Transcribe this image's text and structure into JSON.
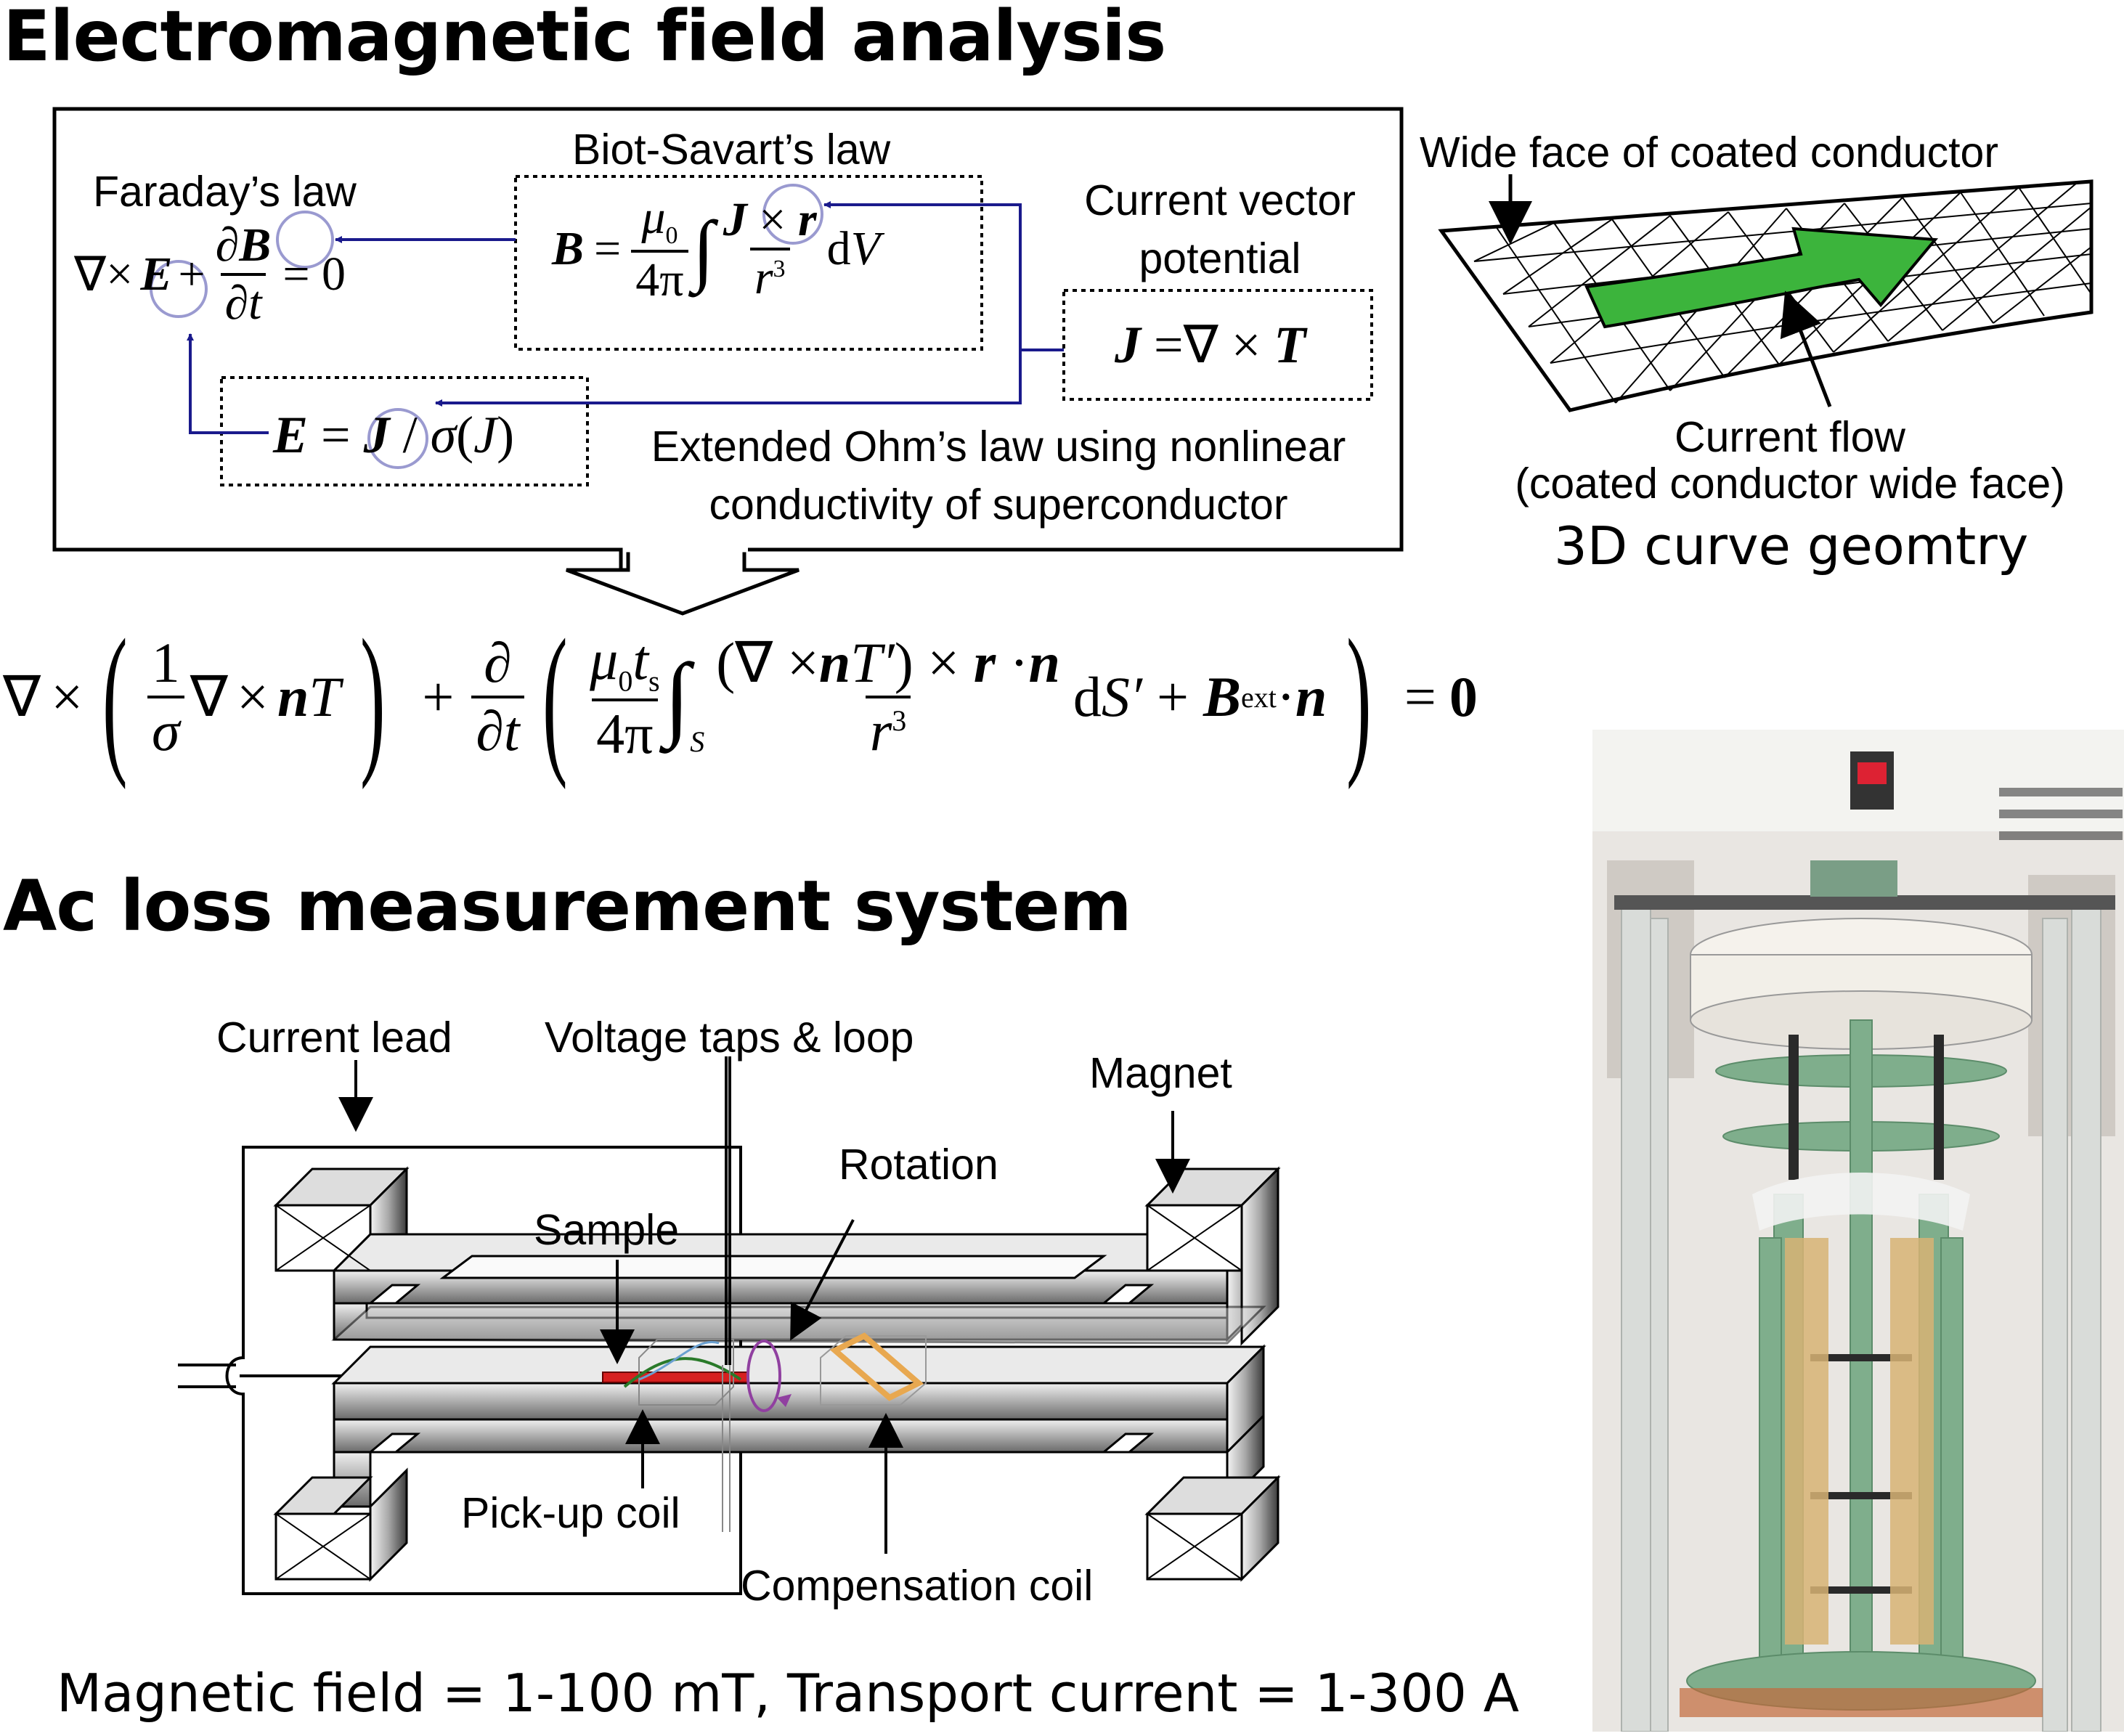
{
  "section1": {
    "title": "Electromagnetic field analysis",
    "faraday": {
      "label": "Faraday’s law"
    },
    "biot": {
      "label": "Biot-Savart’s law"
    },
    "cvp": {
      "label_line1": "Current vector",
      "label_line2": "potential"
    },
    "ohm": {
      "label_line1": "Extended Ohm’s law using nonlinear",
      "label_line2": "conductivity of superconductor"
    },
    "geometry": {
      "wide_face_label": "Wide face of coated conductor",
      "current_flow_line1": "Current flow",
      "current_flow_line2": "(coated conductor wide face)",
      "caption": "3D curve geomtry"
    },
    "equation": {
      "nabla": "∇",
      "times": "×",
      "one": "1",
      "sigma": "σ",
      "n": "n",
      "T": "T",
      "plus": "+",
      "partial": "∂",
      "t": "t",
      "mu": "μ",
      "zero_sub": "0",
      "s_sub": "s",
      "four_pi": "4π",
      "integral": "∫",
      "S_sub": "S",
      "Tprime": "T′",
      "r": "r",
      "dot": "·",
      "r3": "r",
      "cube": "3",
      "dS": "dS′",
      "B": "B",
      "ext": "ext",
      "equals": "=",
      "result": "0",
      "lparen": "(",
      "rparen": ")"
    }
  },
  "section2": {
    "title": "Ac loss measurement system",
    "labels": {
      "current_lead": "Current lead",
      "voltage_taps": "Voltage taps & loop",
      "magnet": "Magnet",
      "rotation": "Rotation",
      "sample": "Sample",
      "pickup_coil": "Pick-up coil",
      "compensation_coil": "Compensation coil"
    },
    "conditions": "Magnetic field = 1-100 mT, Transport current = 1-300 A"
  },
  "colors": {
    "arrow_navy": "#1a1a8c",
    "circle_lavender": "#9a9ad0",
    "conductor_green": "#3cb43c",
    "sample_red": "#d62020",
    "comp_coil_orange": "#e8a850",
    "rotation_purple": "#9040a0",
    "photo_frame_green": "#7fae8c"
  }
}
